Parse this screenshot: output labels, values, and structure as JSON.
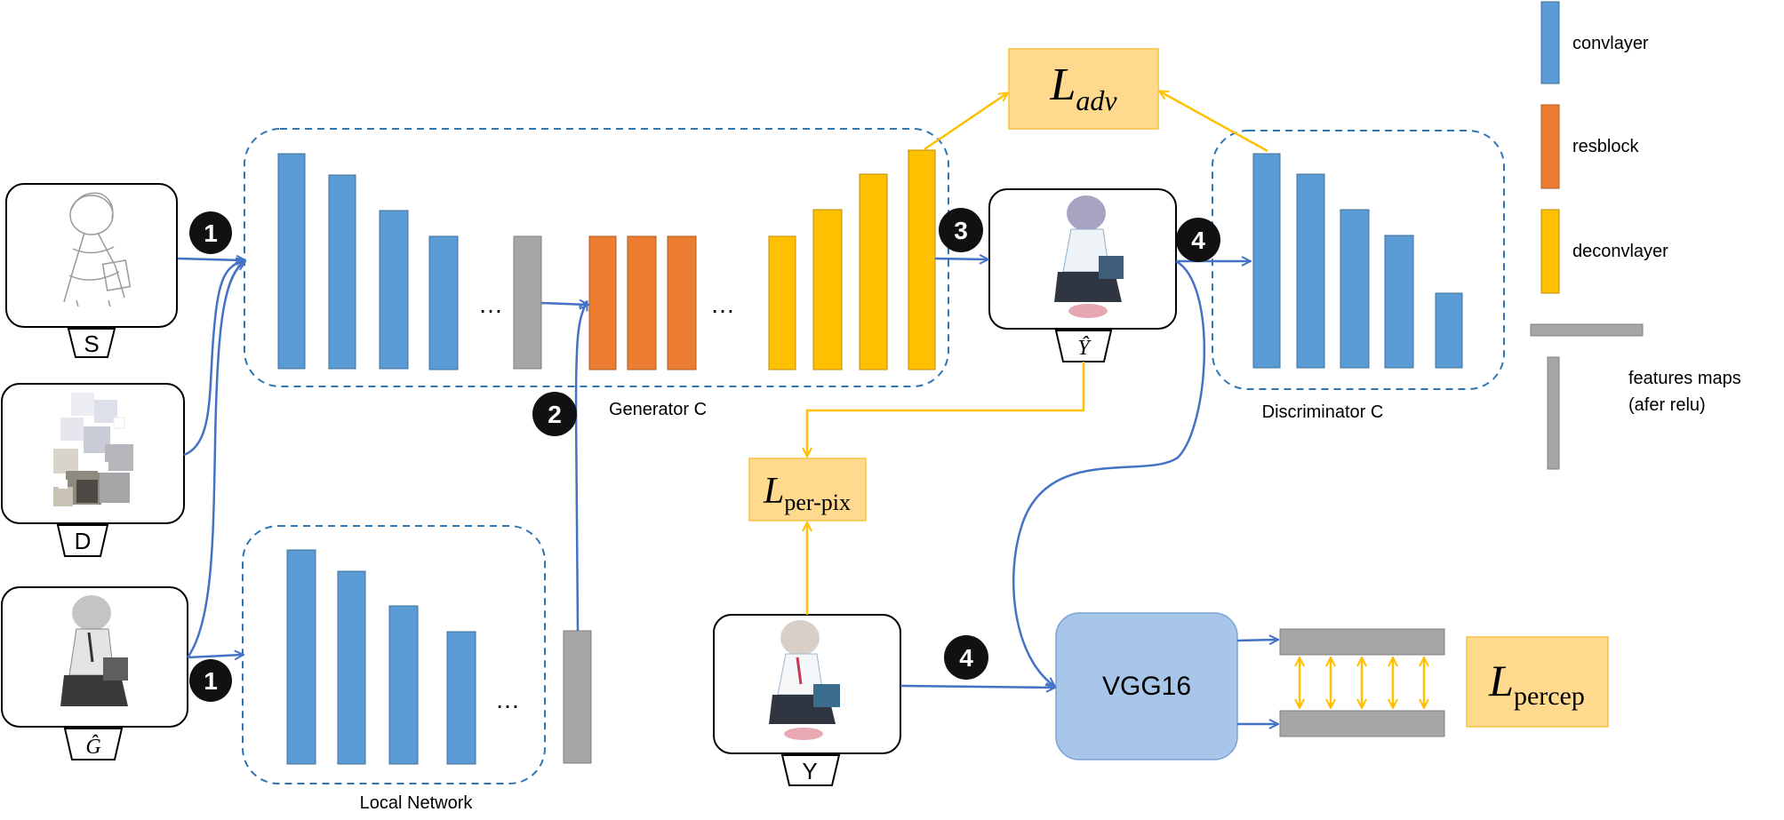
{
  "inputs": {
    "s_label": "S",
    "d_label": "D",
    "g_hat_label": "Ĝ",
    "y_label": "Y",
    "y_hat_label": "Ŷ"
  },
  "modules": {
    "generator_label": "Generator C",
    "local_network_label": "Local Network",
    "discriminator_label": "Discriminator C",
    "vgg_label": "VGG16"
  },
  "losses": {
    "adv": {
      "main": "L",
      "sub": "adv"
    },
    "per_pix": {
      "main": "L",
      "sub": "per-pix"
    },
    "percep": {
      "main": "L",
      "sub": "percep"
    }
  },
  "steps": {
    "s1a": "1",
    "s1b": "1",
    "s2": "2",
    "s3": "3",
    "s4a": "4",
    "s4b": "4"
  },
  "ellipsis": "…",
  "legend": {
    "conv": "convlayer",
    "res": "resblock",
    "deconv": "deconvlayer",
    "features_line1": "features maps",
    "features_line2": "(afer relu)"
  },
  "colors": {
    "conv": "#5b9bd5",
    "conv_stroke": "#41719c",
    "res": "#ed7d31",
    "res_stroke": "#ae5a21",
    "deconv": "#ffc000",
    "deconv_stroke": "#bc8c00",
    "feature": "#a6a6a6",
    "feature_stroke": "#7f7f7f",
    "arrow_blue": "#4472c4",
    "arrow_yellow": "#ffc000",
    "loss_fill": "#ffd98e",
    "loss_stroke": "#f5c342",
    "dash": "#2e75b6"
  }
}
